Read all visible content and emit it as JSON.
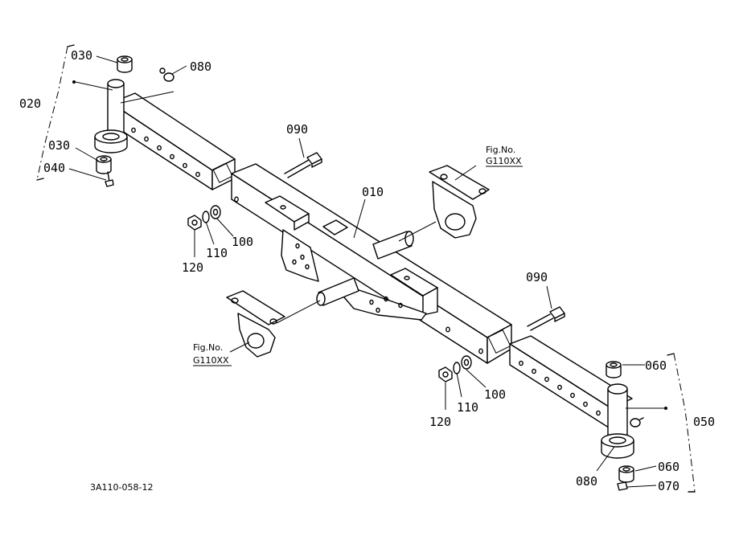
{
  "labels": {
    "p010": "010",
    "p020": "020",
    "p030_top": "030",
    "p030_mid": "030",
    "p040": "040",
    "p050": "050",
    "p060_top": "060",
    "p060_bot": "060",
    "p070": "070",
    "p080_left": "080",
    "p080_right": "080",
    "p090_left": "090",
    "p090_right": "090",
    "p100_left": "100",
    "p100_right": "100",
    "p110_left": "110",
    "p110_right": "110",
    "p120_left": "120",
    "p120_right": "120"
  },
  "fig_refs": {
    "upper_title": "Fig.No.",
    "upper_code": "G110XX",
    "lower_title": "Fig.No.",
    "lower_code": "G110XX"
  },
  "drawing_code": "3A110-058-12"
}
